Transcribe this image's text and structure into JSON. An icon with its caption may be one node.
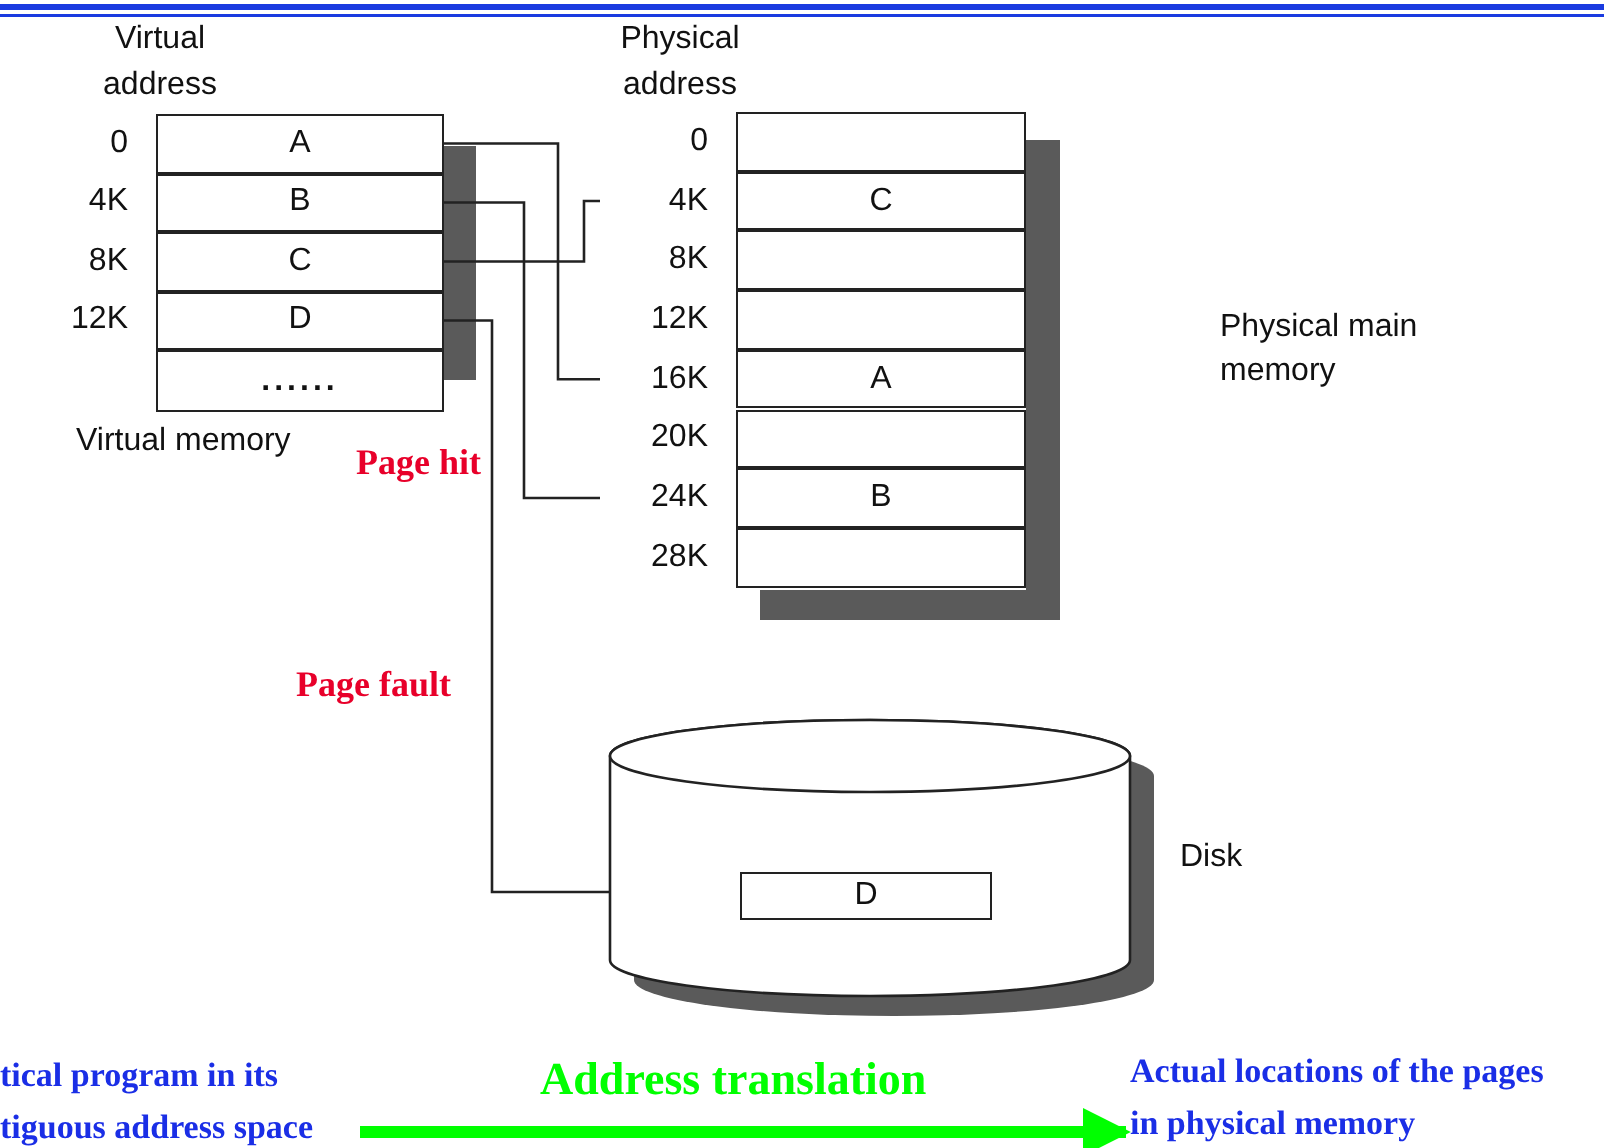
{
  "diagram": {
    "nodes": [
      {
        "text": [
          "Virtual memory"
        ]
      },
      {
        "text": [
          "A"
        ],
        "in": 0,
        "beside": [
          "0"
        ]
      },
      {
        "text": [
          "B"
        ],
        "in": 0,
        "beside": [
          "4K"
        ]
      },
      {
        "text": [
          "C"
        ],
        "in": 0,
        "beside": [
          "8K"
        ]
      },
      {
        "text": [
          "D"
        ],
        "in": 0,
        "beside": [
          "12K"
        ]
      },
      {
        "text": [
          "......"
        ],
        "in": 0
      },
      {
        "text": [
          "Physical main memory"
        ]
      },
      {
        "text": [],
        "shape": "box",
        "in": 6,
        "beside": [
          "0"
        ]
      },
      {
        "text": [
          "C"
        ],
        "in": 6,
        "beside": [
          "4K"
        ]
      },
      {
        "text": [],
        "shape": "box",
        "in": 6,
        "beside": [
          "8K"
        ]
      },
      {
        "text": [],
        "shape": "box",
        "in": 6,
        "beside": [
          "12K"
        ]
      },
      {
        "text": [
          "A"
        ],
        "in": 6,
        "beside": [
          "16K"
        ]
      },
      {
        "text": [],
        "shape": "box",
        "in": 6,
        "beside": [
          "20K"
        ]
      },
      {
        "text": [
          "B"
        ],
        "in": 6,
        "beside": [
          "24K"
        ]
      },
      {
        "text": [],
        "shape": "box",
        "in": 6,
        "beside": [
          "28K"
        ]
      },
      {
        "text": [
          "Disk"
        ]
      },
      {
        "text": [
          "D"
        ],
        "in": 15
      },
      {
        "text": [
          "tical program in its tiguous address space"
        ]
      },
      {
        "text": [
          "Actual locations of the pages in physical memory"
        ]
      }
    ],
    "edges": [
      {
        "from": 1,
        "to": 11,
        "arrow": "none"
      },
      {
        "from": 2,
        "to": 13,
        "arrow": "none"
      },
      {
        "from": 3,
        "to": 8,
        "arrow": "none"
      },
      {
        "from": 4,
        "to": 15,
        "arrow": "none",
        "label": "Page fault"
      },
      {
        "from": 17,
        "to": 18,
        "arrow": "to",
        "label": "Address translation",
        "style": "thick",
        "color": "#00ff00"
      }
    ],
    "labels": [
      "Virtual address",
      "Physical address",
      "Page hit"
    ]
  }
}
